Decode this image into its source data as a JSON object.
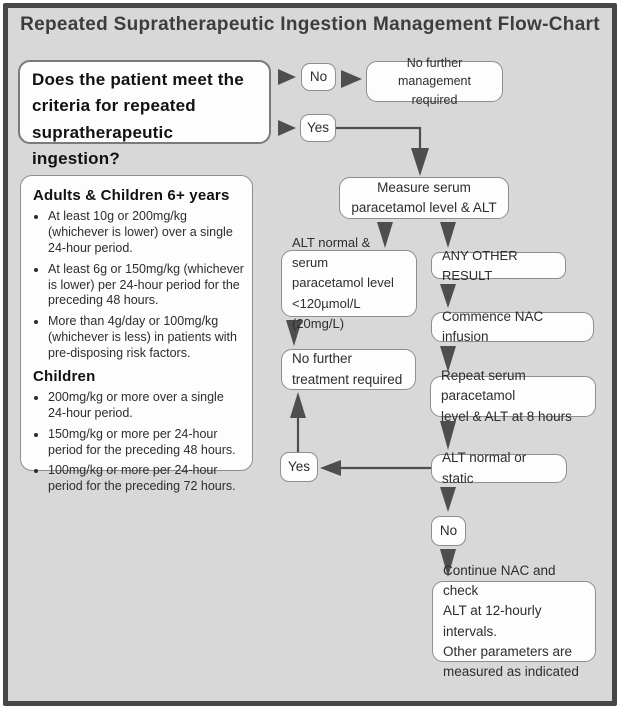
{
  "page": {
    "title": "Repeated Supratherapeutic Ingestion Management Flow-Chart"
  },
  "colors": {
    "canvas": "#d8d8d8",
    "frame": "#474747",
    "node_fill": "#fdfdfd",
    "node_border": "#8e8e8e",
    "arrow": "#4e4e4e",
    "text": "#2d2d2d"
  },
  "question": {
    "text": "Does the patient meet the\ncriteria for repeated\nsupratherapeutic ingestion?"
  },
  "criteria": {
    "adults_heading": "Adults & Children 6+ years",
    "adults_bullets": [
      "At least 10g or 200mg/kg (whichever is lower) over a single 24-hour period.",
      "At least 6g or 150mg/kg (whichever is lower) per 24-hour period for the preceding 48 hours.",
      "More than 4g/day or 100mg/kg (whichever is less) in patients with pre-disposing risk factors."
    ],
    "children_heading": "Children",
    "children_bullets": [
      "200mg/kg or more over a single 24-hour period.",
      "150mg/kg or more per 24-hour period for the preceding 48 hours.",
      "100mg/kg or more per 24-hour period for the preceding 72 hours."
    ]
  },
  "nodes": {
    "no_top": "No",
    "yes_top": "Yes",
    "no_further_management": "No further\nmanagement required",
    "measure": "Measure serum\nparacetamol level & ALT",
    "alt_normal_serum": "ALT normal & serum\nparacetamol level\n<120µmol/L (20mg/L)",
    "any_other_result": "ANY OTHER RESULT",
    "no_further_treatment": "No further\ntreatment required",
    "commence_nac": "Commence NAC infusion",
    "repeat_serum": "Repeat serum paracetamol\nlevel & ALT at 8 hours",
    "yes_loop": "Yes",
    "alt_normal_static": "ALT normal or static",
    "no_loop": "No",
    "continue_nac": "Continue NAC and check\nALT at 12-hourly intervals.\nOther parameters are\nmeasured as indicated"
  }
}
